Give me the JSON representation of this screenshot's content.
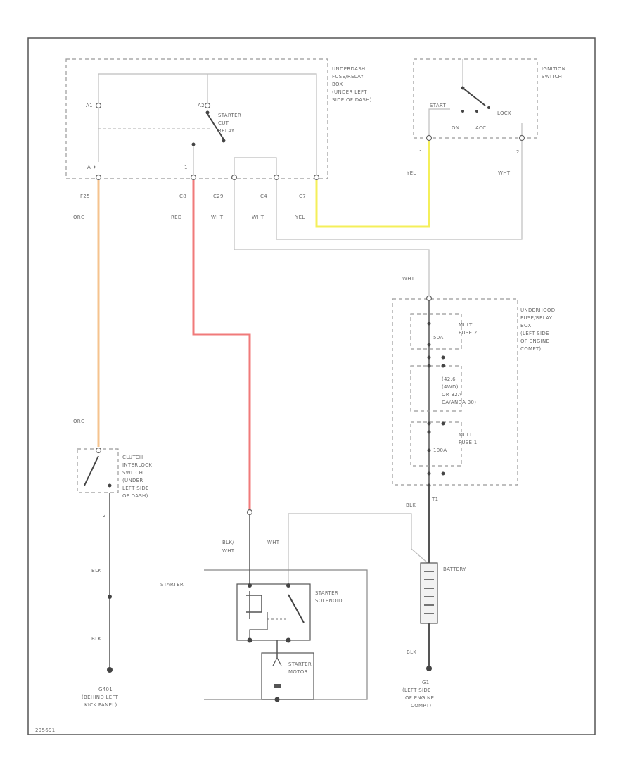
{
  "colors": {
    "orange_wire": "#f5c38e",
    "red_wire": "#f07a7a",
    "yellow_wire": "#f4ef5a"
  },
  "components": {
    "underdash_box": "UNDERDASH FUSE/RELAY BOX (UNDER LEFT SIDE OF DASH)",
    "starter_cut_relay": "STARTER CUT RELAY",
    "ignition_switch": "IGNITION SWITCH",
    "ignition_positions": {
      "start": "START",
      "lock": "LOCK",
      "on": "ON",
      "acc": "ACC"
    },
    "underhood_box": "UNDERHOOD FUSE/RELAY BOX (LEFT SIDE OF ENGINE COMPT)",
    "multi_fuse_2": "MULTI FUSE 2",
    "multi_fuse_1": "MULTI FUSE 1",
    "fuse_mid": "(42.6 (4WD) OR 32A CA/ANDA 30)",
    "fuse_50a": "50A",
    "fuse_100a": "100A",
    "clutch_switch": "CLUTCH INTERLOCK SWITCH (UNDER LEFT SIDE OF DASH)",
    "starter": "STARTER",
    "starter_solenoid": "STARTER SOLENOID",
    "starter_motor": "STARTER MOTOR",
    "battery": "BATTERY",
    "ground_g401": "G401 (BEHIND LEFT KICK PANEL)",
    "ground_g1": "G1 (LEFT SIDE OF ENGINE COMPT)"
  },
  "connectors": {
    "f25": "F25",
    "c8": "C8",
    "c29": "C29",
    "c4": "C4",
    "c7": "C7",
    "ign_1": "1",
    "ign_2": "2",
    "clutch_2": "2",
    "t1": "T1"
  },
  "wires": {
    "org": "ORG",
    "org2": "ORG",
    "red": "RED",
    "wht_c29": "WHT",
    "wht_c4": "WHT",
    "yel": "YEL",
    "yel_ign": "YEL",
    "wht_ign": "WHT",
    "wht_main": "WHT",
    "blk_batt": "BLK",
    "blk_wht": "BLK/ WHT",
    "wht_sol": "WHT",
    "blk_clutch1": "BLK",
    "blk_clutch2": "BLK",
    "blk_g1": "BLK"
  },
  "diagram_id": "295691"
}
